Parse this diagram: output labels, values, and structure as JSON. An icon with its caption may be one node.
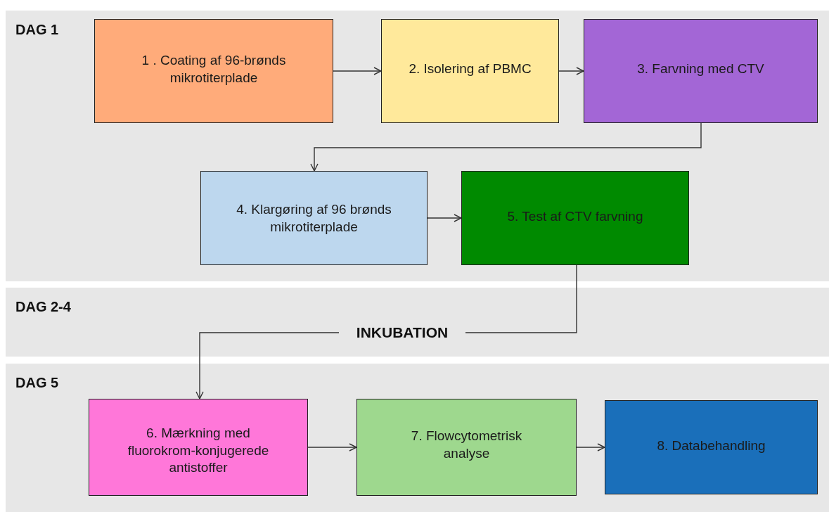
{
  "diagram": {
    "nodes": [
      {
        "text": [
          "DAG 1"
        ]
      },
      {
        "text": [
          "1 . Coating af 96-brønds mikrotiterplade"
        ],
        "in": 0
      },
      {
        "text": [
          "2. Isolering af PBMC"
        ],
        "in": 0
      },
      {
        "text": [
          "3. Farvning med CTV"
        ],
        "in": 0
      },
      {
        "text": [
          "4. Klargøring af 96 brønds mikrotiterplade"
        ],
        "in": 0
      },
      {
        "text": [
          "5. Test af CTV farvning"
        ],
        "in": 0
      },
      {
        "text": [
          "DAG 2-4"
        ]
      },
      {
        "text": [
          "INKUBATION"
        ],
        "in": 6
      },
      {
        "text": [
          "DAG 5"
        ]
      },
      {
        "text": [
          "6. Mærkning med fluorokrom-konjugerede antistoffer"
        ],
        "in": 8
      },
      {
        "text": [
          "7. Flowcytometrisk analyse"
        ],
        "in": 8
      },
      {
        "text": [
          "8. Databehandling"
        ],
        "in": 8
      }
    ],
    "edges": [
      {
        "from": 1,
        "to": 2,
        "arrow": "to"
      },
      {
        "from": 2,
        "to": 3,
        "arrow": "to"
      },
      {
        "from": 3,
        "to": 4,
        "arrow": "to"
      },
      {
        "from": 4,
        "to": 5,
        "arrow": "to"
      },
      {
        "from": 5,
        "to": 7,
        "arrow": "none"
      },
      {
        "from": 7,
        "to": 9,
        "arrow": "to"
      },
      {
        "from": 9,
        "to": 10,
        "arrow": "to"
      },
      {
        "from": 10,
        "to": 11,
        "arrow": "to"
      }
    ]
  }
}
